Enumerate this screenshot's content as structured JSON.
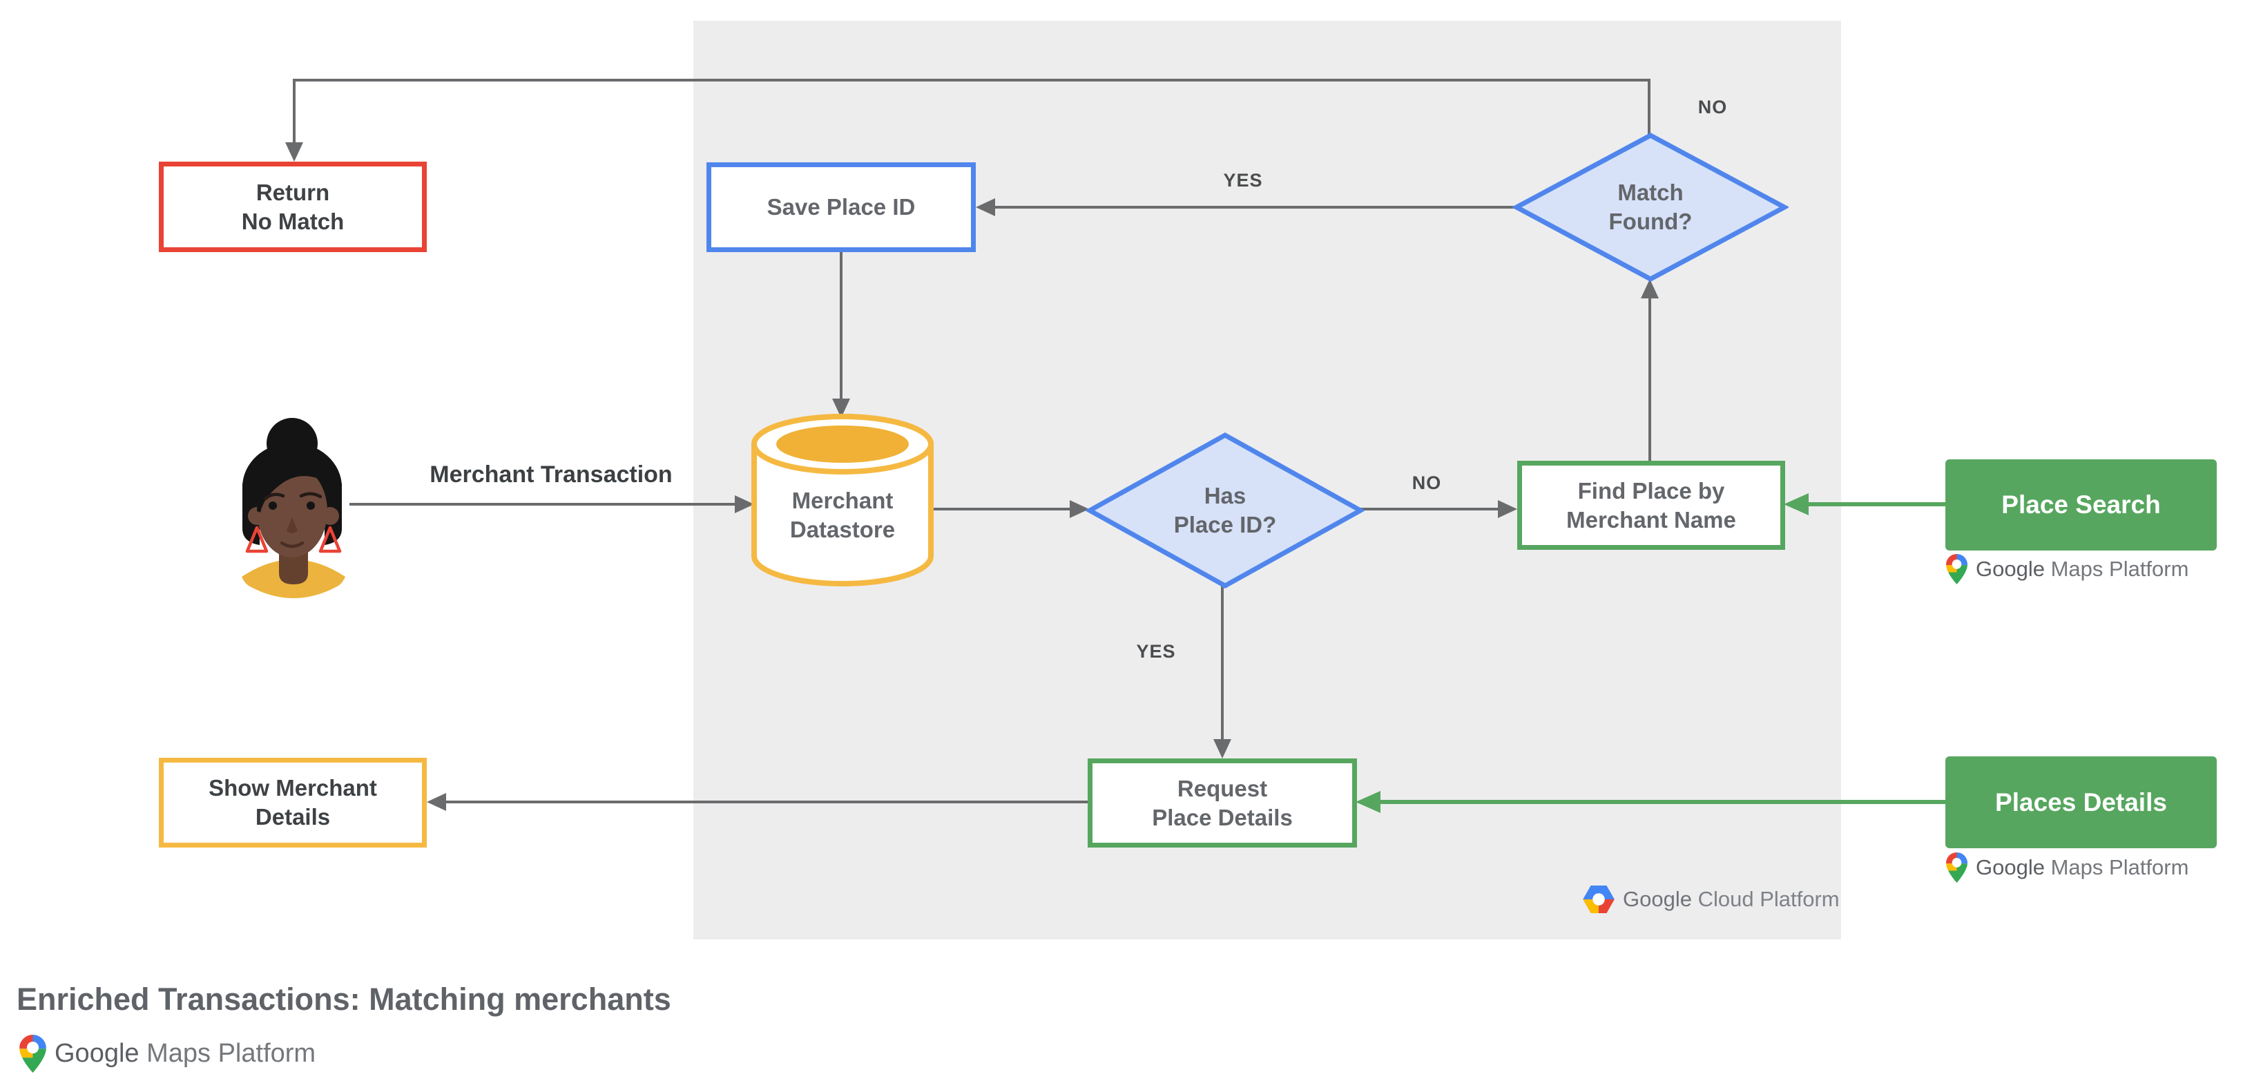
{
  "title": "Enriched Transactions: Matching merchants",
  "colors": {
    "red": "#E94335",
    "blue": "#5086EC",
    "blue_fill": "#D7E2F9",
    "yellow": "#F5B942",
    "green": "#57A65F",
    "line_gray": "#6A6B6D",
    "panel_gray": "#EDEDEE"
  },
  "nodes": {
    "return_no_match": {
      "line1": "Return",
      "line2": "No Match"
    },
    "save_place_id": {
      "label": "Save Place ID"
    },
    "match_found": {
      "line1": "Match",
      "line2": "Found?"
    },
    "merchant_datastore": {
      "line1": "Merchant",
      "line2": "Datastore"
    },
    "has_place_id": {
      "line1": "Has",
      "line2": "Place ID?"
    },
    "find_place": {
      "line1": "Find Place by",
      "line2": "Merchant Name"
    },
    "place_search": {
      "label": "Place Search"
    },
    "request_place_details": {
      "line1": "Request",
      "line2": "Place Details"
    },
    "places_details": {
      "label": "Places Details"
    },
    "show_merchant_details": {
      "line1": "Show Merchant",
      "line2": "Details"
    }
  },
  "edges": {
    "merchant_transaction": "Merchant Transaction",
    "match_found_yes": "YES",
    "match_found_no": "NO",
    "has_place_id_no": "NO",
    "has_place_id_yes": "YES"
  },
  "logos": {
    "maps_platform": {
      "google": "Google",
      "product": "Maps Platform"
    },
    "cloud_platform": {
      "google": "Google",
      "product": "Cloud Platform"
    }
  }
}
